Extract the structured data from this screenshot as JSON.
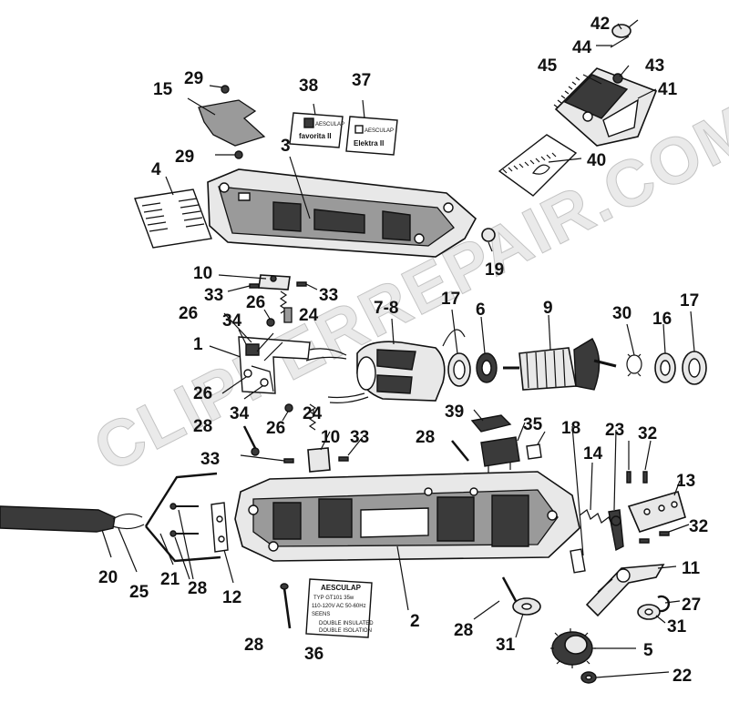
{
  "watermark": "CLIPPERREPAIR.COM",
  "callouts": [
    {
      "id": "c42",
      "text": "42"
    },
    {
      "id": "c44",
      "text": "44"
    },
    {
      "id": "c45",
      "text": "45"
    },
    {
      "id": "c43",
      "text": "43"
    },
    {
      "id": "c41",
      "text": "41"
    },
    {
      "id": "c40",
      "text": "40"
    },
    {
      "id": "c15",
      "text": "15"
    },
    {
      "id": "c29a",
      "text": "29"
    },
    {
      "id": "c29b",
      "text": "29"
    },
    {
      "id": "c38",
      "text": "38"
    },
    {
      "id": "c37",
      "text": "37"
    },
    {
      "id": "c3",
      "text": "3"
    },
    {
      "id": "c4",
      "text": "4"
    },
    {
      "id": "c19",
      "text": "19"
    },
    {
      "id": "c10a",
      "text": "10"
    },
    {
      "id": "c33a",
      "text": "33"
    },
    {
      "id": "c33b",
      "text": "33"
    },
    {
      "id": "c26a",
      "text": "26"
    },
    {
      "id": "c24a",
      "text": "24"
    },
    {
      "id": "c26b",
      "text": "26"
    },
    {
      "id": "c34a",
      "text": "34"
    },
    {
      "id": "c1",
      "text": "1"
    },
    {
      "id": "c78",
      "text": "7-8"
    },
    {
      "id": "c17a",
      "text": "17"
    },
    {
      "id": "c6",
      "text": "6"
    },
    {
      "id": "c9",
      "text": "9"
    },
    {
      "id": "c30",
      "text": "30"
    },
    {
      "id": "c16",
      "text": "16"
    },
    {
      "id": "c17b",
      "text": "17"
    },
    {
      "id": "c26c",
      "text": "26"
    },
    {
      "id": "c34b",
      "text": "34"
    },
    {
      "id": "c26d",
      "text": "26"
    },
    {
      "id": "c24b",
      "text": "24"
    },
    {
      "id": "c28a",
      "text": "28"
    },
    {
      "id": "c10b",
      "text": "10"
    },
    {
      "id": "c33c",
      "text": "33"
    },
    {
      "id": "c33d",
      "text": "33"
    },
    {
      "id": "c39",
      "text": "39"
    },
    {
      "id": "c35",
      "text": "35"
    },
    {
      "id": "c28b",
      "text": "28"
    },
    {
      "id": "c18",
      "text": "18"
    },
    {
      "id": "c23",
      "text": "23"
    },
    {
      "id": "c32a",
      "text": "32"
    },
    {
      "id": "c14",
      "text": "14"
    },
    {
      "id": "c13",
      "text": "13"
    },
    {
      "id": "c32b",
      "text": "32"
    },
    {
      "id": "c11",
      "text": "11"
    },
    {
      "id": "c27",
      "text": "27"
    },
    {
      "id": "c31a",
      "text": "31"
    },
    {
      "id": "c31b",
      "text": "31"
    },
    {
      "id": "c5",
      "text": "5"
    },
    {
      "id": "c22",
      "text": "22"
    },
    {
      "id": "c20",
      "text": "20"
    },
    {
      "id": "c25",
      "text": "25"
    },
    {
      "id": "c21",
      "text": "21"
    },
    {
      "id": "c28c",
      "text": "28"
    },
    {
      "id": "c12",
      "text": "12"
    },
    {
      "id": "c28d",
      "text": "28"
    },
    {
      "id": "c36",
      "text": "36"
    },
    {
      "id": "c2",
      "text": "2"
    },
    {
      "id": "c28e",
      "text": "28"
    }
  ],
  "labels": {
    "badge38_brand": "AESCULAP",
    "badge38_model": "favorita II",
    "badge37_brand": "AESCULAP",
    "badge37_model": "Elektra II",
    "plate36_brand": "AESCULAP",
    "plate36_type": "TYP GT101  35w",
    "plate36_volt": "110-120V AC 50-60Hz",
    "plate36_line4": "SEENS",
    "plate36_line5": "DOUBLE INSULATED",
    "plate36_line6": "DOUBLE ISOLATION"
  }
}
